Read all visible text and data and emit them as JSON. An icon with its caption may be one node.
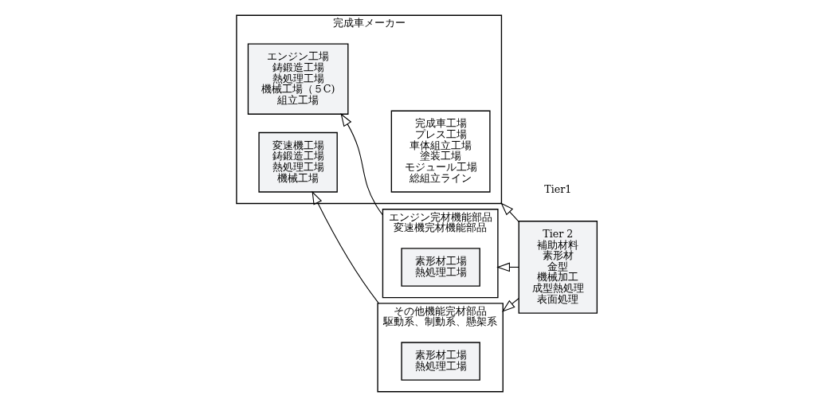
{
  "diagram": {
    "nodes": [
      {
        "text": [
          "完成車メーカー"
        ]
      },
      {
        "text": [
          "完成車工場",
          "プレス工場",
          "車体組立工場",
          "塗装工場",
          "モジュール工場",
          "総組立ライン"
        ],
        "in": 0
      },
      {
        "text": [
          "エンジン工場",
          "鋳鍛造工場",
          "熱処理工場",
          "機械工場（５C)",
          "組立工場"
        ],
        "in": 0
      },
      {
        "text": [
          "変速機工場",
          "鋳鍛造工場",
          "熱処理工場",
          "機械工場"
        ],
        "in": 0
      },
      {
        "text": [
          "エンジン完材機能部品",
          "変速機完材機能部品"
        ]
      },
      {
        "text": [
          "素形材工場",
          "熱処理工場"
        ],
        "in": 4
      },
      {
        "text": [
          "その他機能完材部品",
          "駆動系、制動系、懸架系"
        ]
      },
      {
        "text": [
          "素形材工場",
          "熱処理工場"
        ],
        "in": 6
      },
      {
        "text": [
          "Tier 2",
          "補助材料",
          "素形材",
          "金型",
          "機械加工",
          "成型熱処理",
          "表面処理"
        ]
      }
    ],
    "edges": [
      {
        "from": 4,
        "to": 2,
        "arrow": "to"
      },
      {
        "from": 8,
        "to": 4,
        "arrow": "to"
      },
      {
        "from": 8,
        "to": 0,
        "arrow": "to"
      },
      {
        "from": 6,
        "to": 3,
        "arrow": "to"
      },
      {
        "from": 8,
        "to": 6,
        "arrow": "to"
      }
    ],
    "labels": [
      "Tier1"
    ]
  }
}
